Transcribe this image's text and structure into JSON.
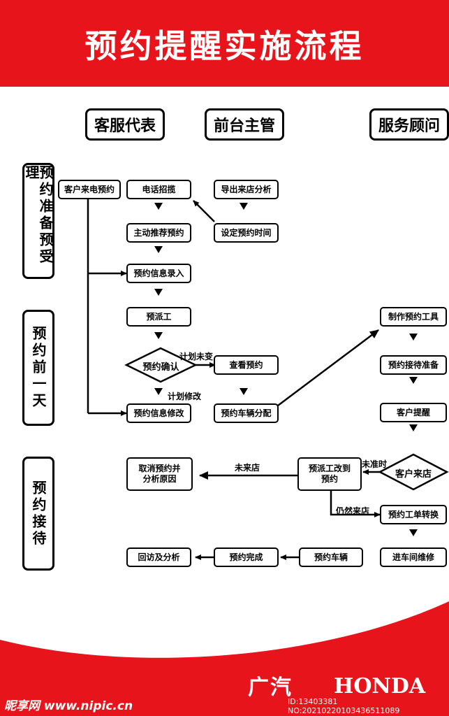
{
  "title": "预约提醒实施流程",
  "roles": {
    "service_rep": "客服代表",
    "front_desk": "前台主管",
    "advisor": "服务顾问"
  },
  "phases": {
    "prepare": "预约准备预受理",
    "day_before": "预约前一天",
    "reception": "预约接待"
  },
  "nodes": {
    "customer_call": "客户来电预约",
    "phone_solicit": "电话招揽",
    "export_analysis": "导出来店分析",
    "proactive_recommend": "主动推荐预约",
    "set_time": "设定预约时间",
    "info_entry": "预约信息录入",
    "pre_dispatch": "预派工",
    "confirm": "预约确认",
    "check_booking": "查看预约",
    "info_modify": "预约信息修改",
    "vehicle_assign": "预约车辆分配",
    "make_tools": "制作预约工具",
    "reception_prep": "预约接待准备",
    "customer_remind": "客户提醒",
    "customer_arrive": "客户来店",
    "redispatch": "预派工改到预约",
    "cancel_analysis": "取消预约并分析原因",
    "work_order_convert": "预约工单转换",
    "enter_workshop": "进车间维修",
    "booked_vehicle": "预约车辆",
    "booking_done": "预约完成",
    "followup": "回访及分析"
  },
  "edge_labels": {
    "plan_unchanged": "计划未变",
    "plan_modified": "计划修改",
    "not_arrived": "未来店",
    "not_on_time": "未准时",
    "still_arrived": "仍然来店"
  },
  "branding": {
    "gac": "广汽",
    "honda": "HONDA",
    "site": "昵享网 www.nipic.cn",
    "image_id": "ID:13403381 NO:20210220103436511089"
  },
  "colors": {
    "brand_red": "#e8141b",
    "line": "#000000"
  }
}
